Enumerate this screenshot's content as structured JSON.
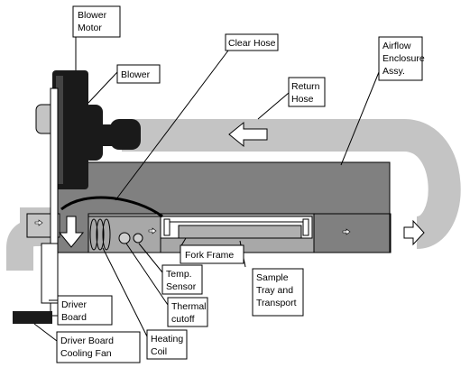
{
  "labels": {
    "blower_motor": [
      "Blower",
      "Motor"
    ],
    "blower": [
      "Blower"
    ],
    "clear_hose": [
      "Clear Hose"
    ],
    "airflow_enclosure": [
      "Airflow",
      "Enclosure",
      "Assy."
    ],
    "return_hose": [
      "Return",
      "Hose"
    ],
    "fork_frame": [
      "Fork Frame"
    ],
    "temp_sensor": [
      "Temp.",
      "Sensor"
    ],
    "sample_tray": [
      "Sample",
      "Tray and",
      "Transport"
    ],
    "thermal_cutoff": [
      "Thermal",
      "cutoff"
    ],
    "driver_board": [
      "Driver",
      "Board"
    ],
    "heating_coil": [
      "Heating",
      "Coil"
    ],
    "driver_board_fan": [
      "Driver Board",
      "Cooling Fan"
    ]
  },
  "colors": {
    "hose_gray": "#c4c4c4",
    "enclosure_gray": "#808080",
    "dark": "#1a1a1a",
    "outline": "#000000",
    "tray_gray": "#b0b0b0"
  },
  "icons": [
    "arrow-left-icon",
    "arrow-down-icon",
    "arrow-right-icon"
  ]
}
